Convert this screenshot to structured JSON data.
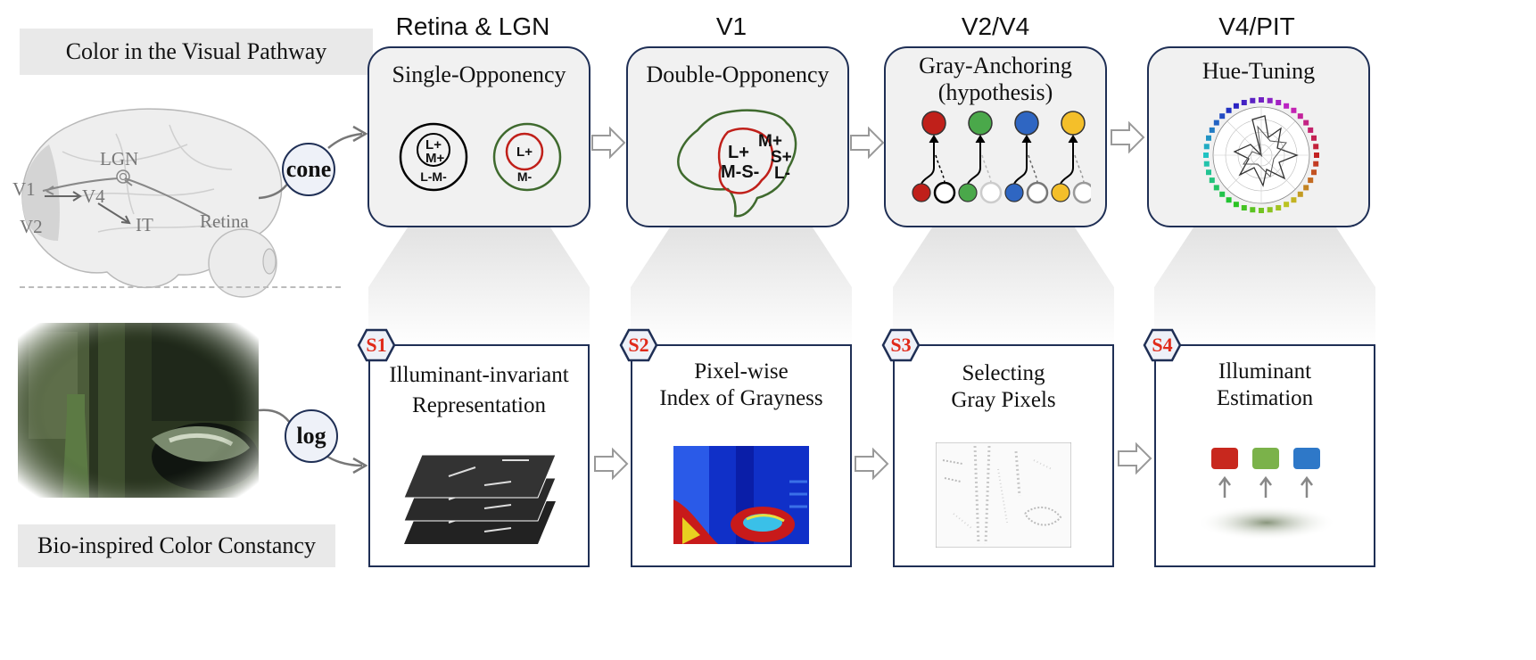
{
  "left": {
    "top_label": "Color in the Visual Pathway",
    "bottom_label": "Bio-inspired Color Constancy",
    "brain": {
      "lgn": "LGN",
      "v1": "V1",
      "v4": "V4",
      "v2": "V2",
      "it": "IT",
      "retina": "Retina"
    },
    "connector_top": "cone",
    "connector_bottom": "log"
  },
  "stages": [
    {
      "head": "Retina & LGN",
      "title": "Single-Opponency",
      "cell1": {
        "line1": "L+",
        "line2": "M+",
        "line3": "L-M-"
      },
      "cell2": {
        "line1": "L+",
        "line2": "M-"
      }
    },
    {
      "head": "V1",
      "title": "Double-Opponency",
      "labels": {
        "l_plus": "L+",
        "m_s": "M-S-",
        "m_plus": "M+",
        "s_plus": "S+",
        "l_minus": "L-"
      }
    },
    {
      "head": "V2/V4",
      "title_line1": "Gray-Anchoring",
      "title_line2": "(hypothesis)"
    },
    {
      "head": "V4/PIT",
      "title": "Hue-Tuning"
    }
  ],
  "steps": [
    {
      "badge": "S1",
      "line1": "Illuminant-invariant",
      "line2": "Representation"
    },
    {
      "badge": "S2",
      "line1": "Pixel-wise",
      "line2": "Index of Grayness"
    },
    {
      "badge": "S3",
      "line1": "Selecting",
      "line2": "Gray Pixels"
    },
    {
      "badge": "S4",
      "line1": "Illuminant",
      "line2": "Estimation"
    }
  ],
  "colors": {
    "border": "#1f2f55",
    "badge_text": "#e02a1a",
    "red": "#c0201a",
    "green": "#4aa84a",
    "blue": "#2f66c2",
    "yellow": "#f4bf2a",
    "est_red": "#c8281e",
    "est_green": "#7bb24a",
    "est_blue": "#2e78c8"
  },
  "icons": [
    "hollow-arrow-icon",
    "hexagon-badge-icon",
    "up-arrow-icon",
    "brain-icon",
    "eye-icon"
  ]
}
